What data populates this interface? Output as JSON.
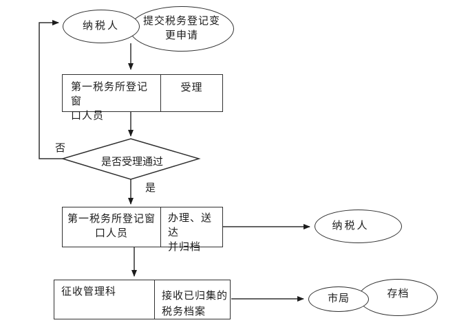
{
  "colors": {
    "background": "#ffffff",
    "line": "#2f2f2f",
    "text": "#1c1c1c"
  },
  "nodes": {
    "taxpayer_start": {
      "label": "纳税人"
    },
    "submit_request": {
      "label": "提交税务登记变\n更申请"
    },
    "accept_role": {
      "label": "第一税务所登记窗\n口人员"
    },
    "accept_action": {
      "label": "受理"
    },
    "decision": {
      "label": "是否受理通过"
    },
    "process_role": {
      "label": "第一税务所登记窗\n口人员"
    },
    "process_action": {
      "label": "办理、送达\n并归档"
    },
    "taxpayer_end": {
      "label": "纳税人"
    },
    "collection_dept": {
      "label": "征收管理科"
    },
    "receive_action": {
      "label": "接收已归集的\n税务档案"
    },
    "city_bureau": {
      "label": "市局"
    },
    "archive": {
      "label": "存档"
    }
  },
  "edge_labels": {
    "no": "否",
    "yes": "是"
  }
}
